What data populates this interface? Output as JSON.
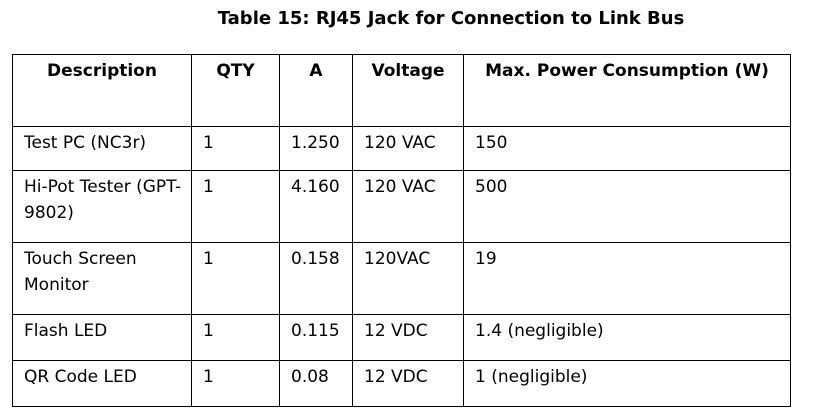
{
  "title": "Table 15: RJ45 Jack for Connection to Link Bus",
  "columns": [
    "Description",
    "QTY",
    "A",
    "Voltage",
    "Max. Power Consumption (W)"
  ],
  "rows": [
    {
      "description": "Test PC (NC3r)",
      "qty": "1",
      "a": "1.250",
      "voltage": "120 VAC",
      "power": "150"
    },
    {
      "description": "Hi-Pot Tester (GPT-9802)",
      "qty": "1",
      "a": "4.160",
      "voltage": "120 VAC",
      "power": "500"
    },
    {
      "description": "Touch Screen Monitor",
      "qty": "1",
      "a": "0.158",
      "voltage": "120VAC",
      "power": "19"
    },
    {
      "description": "Flash LED",
      "qty": "1",
      "a": "0.115",
      "voltage": "12 VDC",
      "power": "1.4 (negligible)"
    },
    {
      "description": "QR Code LED",
      "qty": "1",
      "a": "0.08",
      "voltage": "12 VDC",
      "power": "1 (negligible)"
    }
  ]
}
